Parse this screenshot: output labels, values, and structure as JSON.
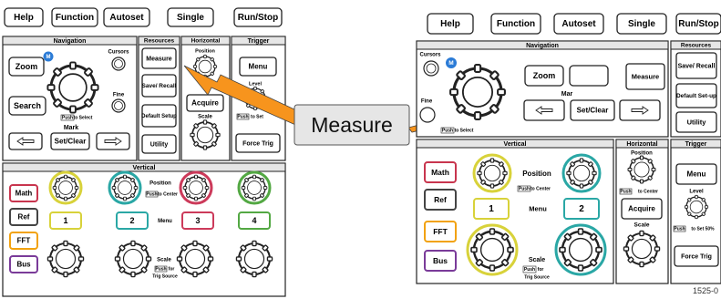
{
  "left": {
    "top_buttons": [
      "Help",
      "Function",
      "Autoset",
      "Single",
      "Run/Stop"
    ],
    "sections": {
      "navigation": "Navigation",
      "resources": "Resources",
      "horizontal": "Horizontal",
      "trigger": "Trigger",
      "vertical": "Vertical"
    },
    "zoom": "Zoom",
    "search": "Search",
    "cursors": "Cursors",
    "fine": "Fine",
    "m_badge": "M",
    "push_select": "Push",
    "to_select": "to Select",
    "mark": "Mark",
    "set_clear": "Set/Clear",
    "measure": "Measure",
    "save_recall": "Save/ Recall",
    "default_setup": "Default Setup",
    "utility": "Utility",
    "position": "Position",
    "acquire": "Acquire",
    "scale": "Scale",
    "menu": "Menu",
    "level": "Level",
    "push_set": "Push",
    "to_set": "to Set",
    "force_trig": "Force Trig",
    "math": "Math",
    "ref": "Ref",
    "fft": "FFT",
    "bus": "Bus",
    "ch1": "1",
    "ch2": "2",
    "ch3": "3",
    "ch4": "4",
    "v_position": "Position",
    "v_push": "Push",
    "v_to_center": "to Center",
    "v_menu": "Menu",
    "v_scale": "Scale",
    "v_push_for": "Push",
    "v_for": "for",
    "v_trig_source": "Trig Source"
  },
  "callout": "Measure",
  "right": {
    "top_buttons": [
      "Help",
      "Function",
      "Autoset",
      "Single",
      "Run/Stop"
    ],
    "sections": {
      "navigation": "Navigation",
      "resources": "Resources",
      "vertical": "Vertical",
      "horizontal": "Horizontal",
      "trigger": "Trigger"
    },
    "cursors": "Cursors",
    "m_badge": "M",
    "zoom": "Zoom",
    "fine": "Fine",
    "push_select": "Push",
    "to_select": "to Select",
    "mark": "Mar",
    "set_clear": "Set/Clear",
    "measure": "Measure",
    "save_recall": "Save/ Recall",
    "default_setup": "Default Set-up",
    "utility": "Utility",
    "math": "Math",
    "ref": "Ref",
    "fft": "FFT",
    "bus": "Bus",
    "position": "Position",
    "push_center": "Push",
    "to_center": "to Center",
    "menu": "Menu",
    "ch1": "1",
    "ch2": "2",
    "scale": "Scale",
    "push_for": "Push",
    "for": "for",
    "trig_source": "Trig Source",
    "h_position": "Position",
    "h_push": "Push",
    "h_to_center": "to Center",
    "acquire": "Acquire",
    "h_scale": "Scale",
    "t_menu": "Menu",
    "level": "Level",
    "t_push": "Push",
    "to_set_50": "to Set 50%",
    "force_trig": "Force Trig"
  },
  "figure_id": "1525-0",
  "colors": {
    "arrow": "#f7941d",
    "m_badge": "#2b7bd6",
    "math": "#c8354e",
    "ref": "#444444",
    "fft": "#f2a20f",
    "bus": "#7a3b99",
    "ch1": "#d8d23a",
    "ch2": "#2aa7a5",
    "ch3": "#cc3a5a",
    "ch4": "#53a843"
  },
  "icons": [
    "left-arrow-icon",
    "right-arrow-icon",
    "knob-icon",
    "callout-arrow-icon"
  ]
}
